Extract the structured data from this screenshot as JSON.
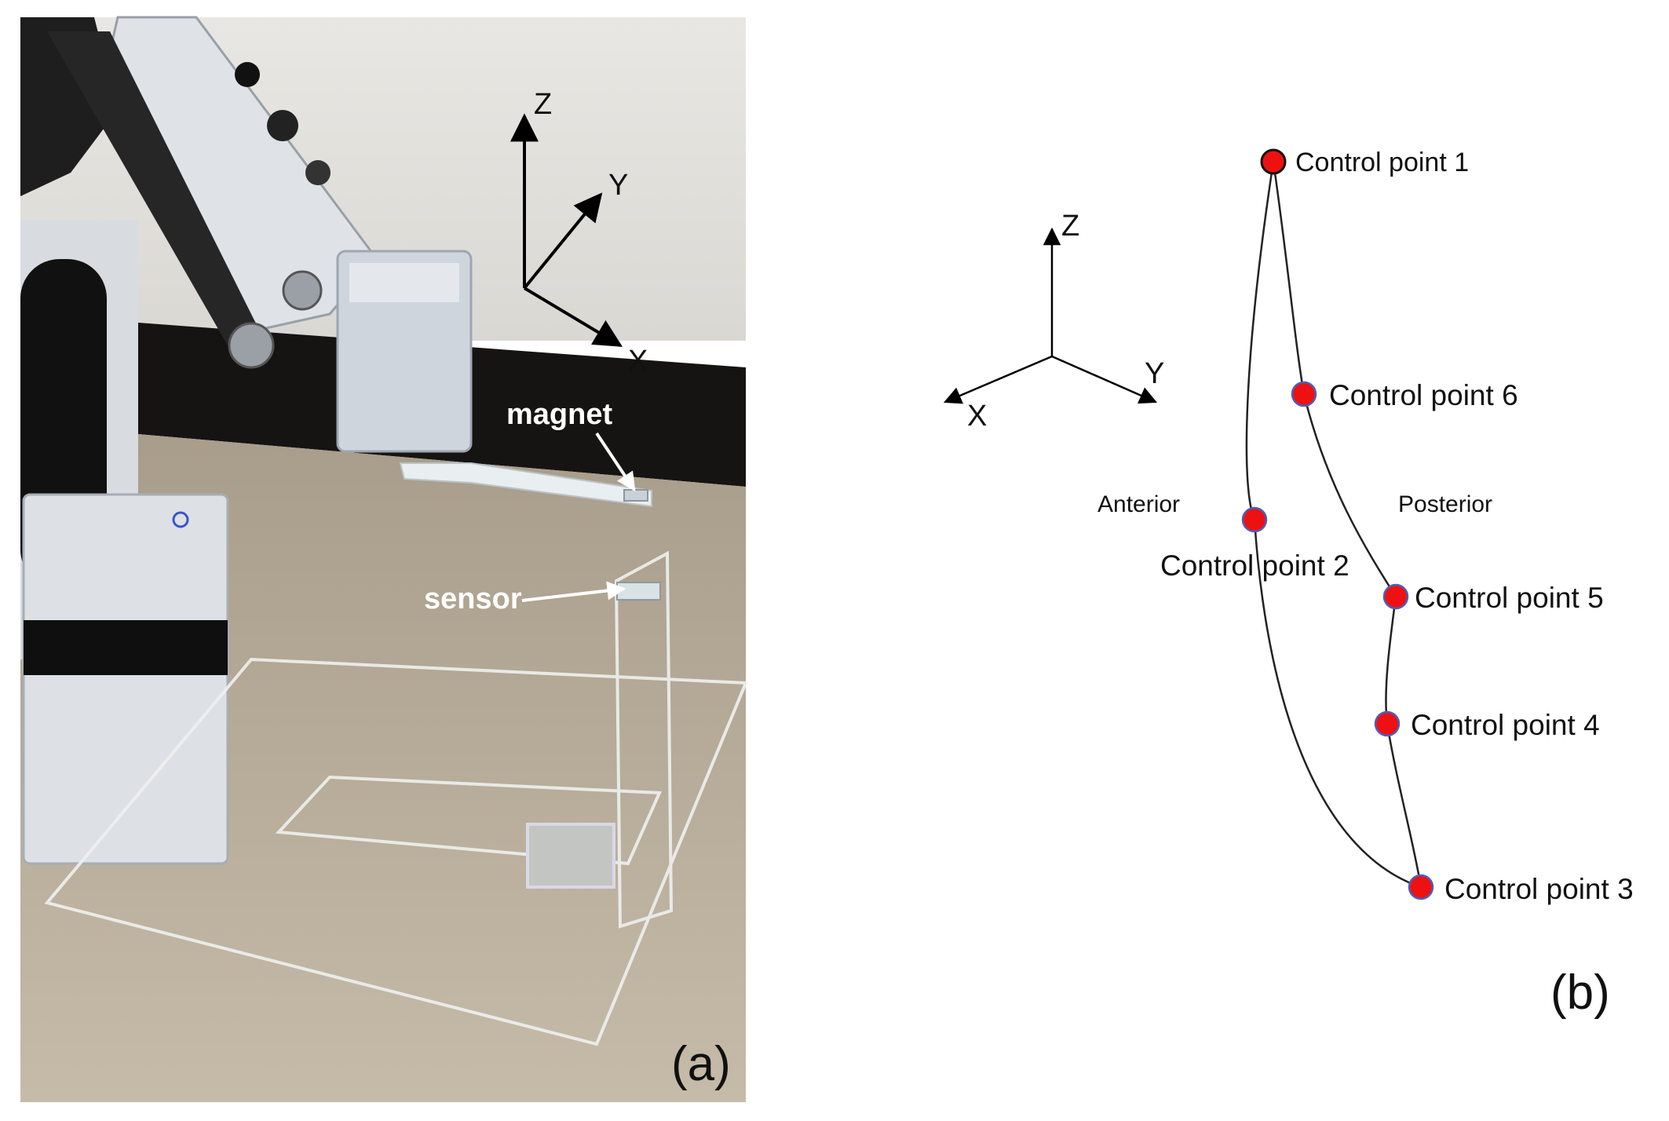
{
  "panel_a": {
    "axes": {
      "z": "Z",
      "y": "Y",
      "x": "X"
    },
    "callouts": {
      "magnet": "magnet",
      "sensor": "sensor"
    },
    "panel_label": "(a)"
  },
  "panel_b": {
    "axes": {
      "z": "Z",
      "y": "Y",
      "x": "X"
    },
    "regions": {
      "anterior": "Anterior",
      "posterior": "Posterior"
    },
    "control_points": [
      {
        "id": 1,
        "label": "Control point 1"
      },
      {
        "id": 2,
        "label": "Control point 2"
      },
      {
        "id": 3,
        "label": "Control point 3"
      },
      {
        "id": 4,
        "label": "Control point 4"
      },
      {
        "id": 5,
        "label": "Control point 5"
      },
      {
        "id": 6,
        "label": "Control point 6"
      }
    ],
    "point_color": "#ee1111",
    "point_outline": "#4a5fc1",
    "panel_label": "(b)"
  }
}
